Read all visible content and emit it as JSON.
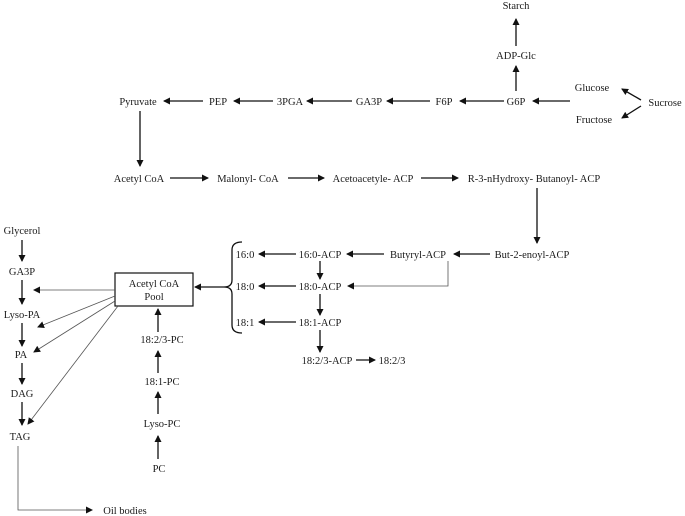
{
  "nodes": {
    "starch": "Starch",
    "adp_glc": "ADP-Glc",
    "glucose": "Glucose",
    "sucrose": "Sucrose",
    "fructose": "Fructose",
    "g6p": "G6P",
    "f6p": "F6P",
    "ga3p_top": "GA3P",
    "pga3": "3PGA",
    "pep": "PEP",
    "pyruvate": "Pyruvate",
    "acetyl_coa": "Acetyl CoA",
    "malonyl_coa": "Malonyl- CoA",
    "acetoacetyl_acp": "Acetoacetyle- ACP",
    "hydroxybutanoyl_acp": "R-3-nHydroxy- Butanoyl- ACP",
    "but2enoyl_acp": "But-2-enoyl-ACP",
    "butyryl_acp": "Butyryl-ACP",
    "acp160": "16:0-ACP",
    "acp180": "18:0-ACP",
    "acp181": "18:1-ACP",
    "acp1823": "18:2/3-ACP",
    "fa1823": "18:2/3",
    "fa160": "16:0",
    "fa180": "18:0",
    "fa181": "18:1",
    "pool_line1": "Acetyl CoA",
    "pool_line2": "Pool",
    "glycerol": "Glycerol",
    "ga3p_left": "GA3P",
    "lyso_pa": "Lyso-PA",
    "pa": "PA",
    "dag": "DAG",
    "tag": "TAG",
    "oil_bodies": "Oil bodies",
    "pc1823": "18:2/3-PC",
    "pc181": "18:1-PC",
    "lyso_pc": "Lyso-PC",
    "pc": "PC"
  }
}
